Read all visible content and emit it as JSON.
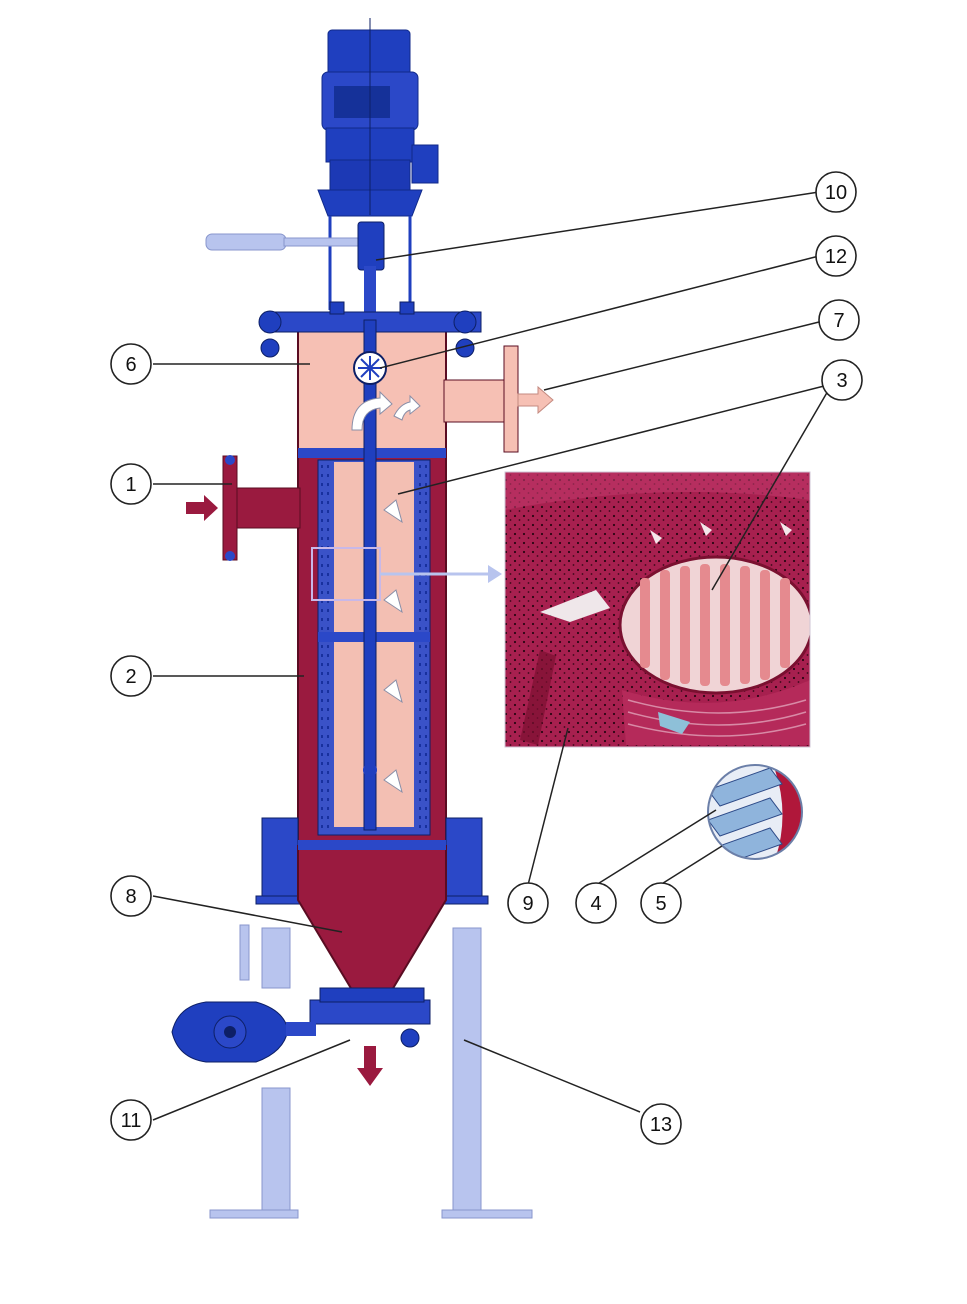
{
  "colors": {
    "motor_blue": "#1f3fbf",
    "motor_dark": "#102a8a",
    "structure_blue": "#2b48c8",
    "support_light": "#b8c4ee",
    "clean_pink": "#f6c0b4",
    "dirty_red": "#9a1a3f",
    "dirty_dark": "#6e0f2b",
    "screen_pink": "#c0386a",
    "callout_stroke": "#222222"
  },
  "icons": {
    "inlet_arrow": "arrow-right-icon",
    "outlet_arrow": "arrow-right-icon",
    "drain_arrow": "arrow-down-icon",
    "detail_pointer": "arrow-right-icon"
  },
  "callouts": [
    {
      "id": "c1",
      "label": "1"
    },
    {
      "id": "c2",
      "label": "2"
    },
    {
      "id": "c3",
      "label": "3"
    },
    {
      "id": "c4",
      "label": "4"
    },
    {
      "id": "c5",
      "label": "5"
    },
    {
      "id": "c6",
      "label": "6"
    },
    {
      "id": "c7",
      "label": "7"
    },
    {
      "id": "c8",
      "label": "8"
    },
    {
      "id": "c9",
      "label": "9"
    },
    {
      "id": "c10",
      "label": "10"
    },
    {
      "id": "c11",
      "label": "11"
    },
    {
      "id": "c12",
      "label": "12"
    },
    {
      "id": "c13",
      "label": "13"
    }
  ]
}
